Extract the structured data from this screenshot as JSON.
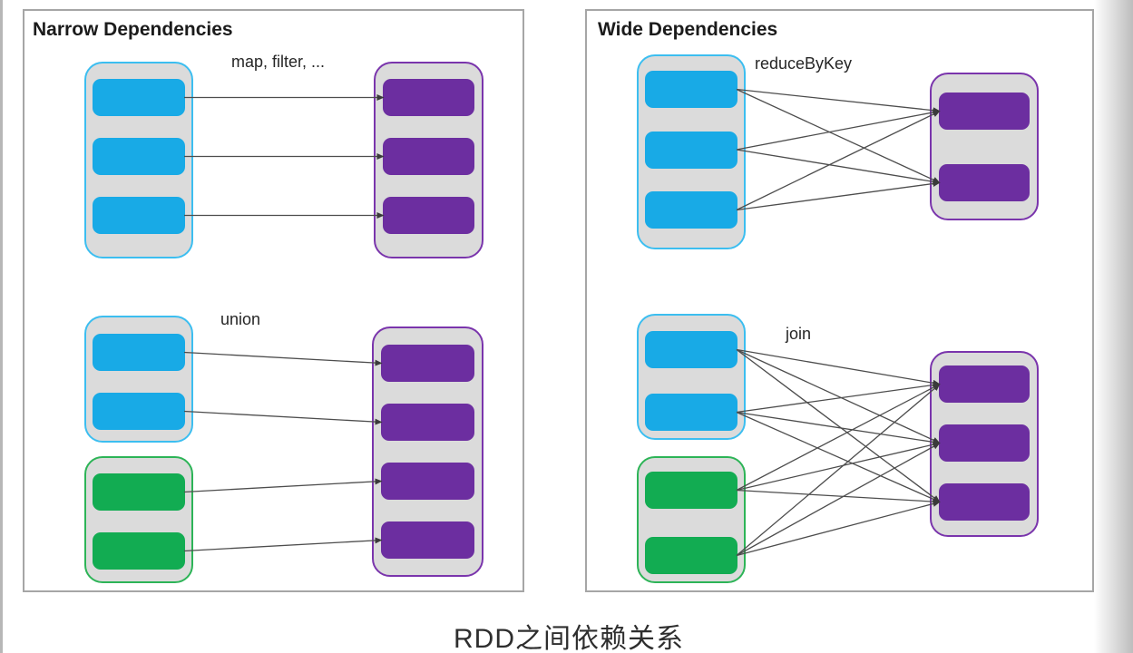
{
  "caption": "RDD之间依赖关系",
  "panels": {
    "narrow": {
      "title": "Narrow Dependencies",
      "map_filter_label": "map, filter, ...",
      "union_label": "union"
    },
    "wide": {
      "title": "Wide Dependencies",
      "reduce_by_key_label": "reduceByKey",
      "join_label": "join"
    }
  },
  "colors": {
    "partition_cyan": "#18AAE6",
    "partition_purple": "#6C2EA0",
    "partition_green": "#12AC52",
    "rdd_container_fill": "#DBDBDB",
    "container_border_cyan": "#3CBEF0",
    "container_border_purple": "#7A35AC",
    "container_border_green": "#2DB457",
    "arrow": "#4D4D4D"
  },
  "diagram": {
    "groups": [
      {
        "panel": "narrow",
        "operation": "map, filter, ...",
        "source_partitions": 3,
        "target_partitions": 3,
        "mapping": "one-to-one"
      },
      {
        "panel": "narrow",
        "operation": "union",
        "source_partitions": 4,
        "target_partitions": 4,
        "mapping": "one-to-one"
      },
      {
        "panel": "wide",
        "operation": "reduceByKey",
        "source_partitions": 3,
        "target_partitions": 2,
        "mapping": "many-to-many"
      },
      {
        "panel": "wide",
        "operation": "join",
        "source_partitions": 4,
        "target_partitions": 3,
        "mapping": "many-to-many"
      }
    ],
    "edges": [
      {
        "from": "nd-map-s1",
        "to": "nd-map-d1"
      },
      {
        "from": "nd-map-s2",
        "to": "nd-map-d2"
      },
      {
        "from": "nd-map-s3",
        "to": "nd-map-d3"
      },
      {
        "from": "nd-union-a1",
        "to": "nd-union-d1"
      },
      {
        "from": "nd-union-a2",
        "to": "nd-union-d2"
      },
      {
        "from": "nd-union-b1",
        "to": "nd-union-d3"
      },
      {
        "from": "nd-union-b2",
        "to": "nd-union-d4"
      },
      {
        "from": "wd-red-s1",
        "to": "wd-red-d1"
      },
      {
        "from": "wd-red-s1",
        "to": "wd-red-d2"
      },
      {
        "from": "wd-red-s2",
        "to": "wd-red-d1"
      },
      {
        "from": "wd-red-s2",
        "to": "wd-red-d2"
      },
      {
        "from": "wd-red-s3",
        "to": "wd-red-d1"
      },
      {
        "from": "wd-red-s3",
        "to": "wd-red-d2"
      },
      {
        "from": "wd-join-a1",
        "to": "wd-join-d1"
      },
      {
        "from": "wd-join-a1",
        "to": "wd-join-d2"
      },
      {
        "from": "wd-join-a1",
        "to": "wd-join-d3"
      },
      {
        "from": "wd-join-a2",
        "to": "wd-join-d1"
      },
      {
        "from": "wd-join-a2",
        "to": "wd-join-d2"
      },
      {
        "from": "wd-join-a2",
        "to": "wd-join-d3"
      },
      {
        "from": "wd-join-b1",
        "to": "wd-join-d1"
      },
      {
        "from": "wd-join-b1",
        "to": "wd-join-d2"
      },
      {
        "from": "wd-join-b1",
        "to": "wd-join-d3"
      },
      {
        "from": "wd-join-b2",
        "to": "wd-join-d1"
      },
      {
        "from": "wd-join-b2",
        "to": "wd-join-d2"
      },
      {
        "from": "wd-join-b2",
        "to": "wd-join-d3"
      }
    ]
  }
}
